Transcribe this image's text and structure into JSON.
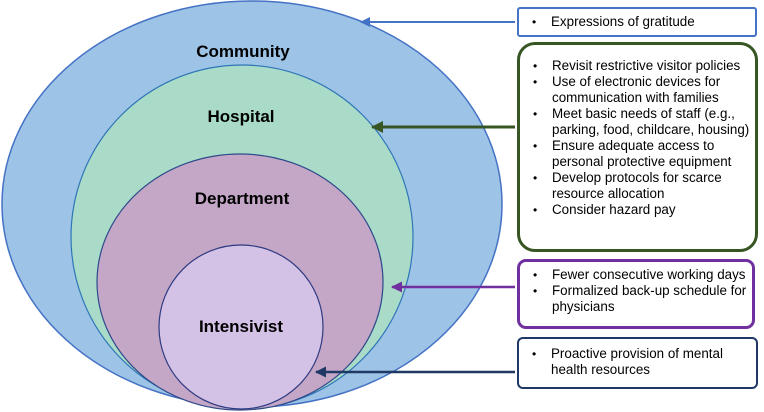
{
  "levels": [
    {
      "key": "community",
      "label": "Community",
      "fill": "#9dc3e6",
      "stroke": "#4472c4"
    },
    {
      "key": "hospital",
      "label": "Hospital",
      "fill": "#a9dbc8",
      "stroke": "#2e75b6"
    },
    {
      "key": "department",
      "label": "Department",
      "fill": "#c4a7c7",
      "stroke": "#2e4a8a"
    },
    {
      "key": "intensivist",
      "label": "Intensivist",
      "fill": "#d3c1e6",
      "stroke": "#2e3a80"
    }
  ],
  "interventions": {
    "community": {
      "color": "#4472c4",
      "items": [
        "Expressions of gratitude"
      ]
    },
    "hospital": {
      "color": "#375623",
      "items": [
        "Revisit restrictive visitor policies",
        "Use of electronic devices for communication with families",
        "Meet basic needs of staff (e.g., parking, food, childcare, housing)",
        "Ensure adequate access to personal protective equipment",
        "Develop protocols for scarce resource allocation",
        "Consider hazard pay"
      ]
    },
    "department": {
      "color": "#7030a0",
      "items": [
        "Fewer consecutive working days",
        "Formalized back-up schedule for physicians"
      ]
    },
    "intensivist": {
      "color": "#1f3864",
      "items": [
        "Proactive provision of mental health resources"
      ]
    }
  }
}
